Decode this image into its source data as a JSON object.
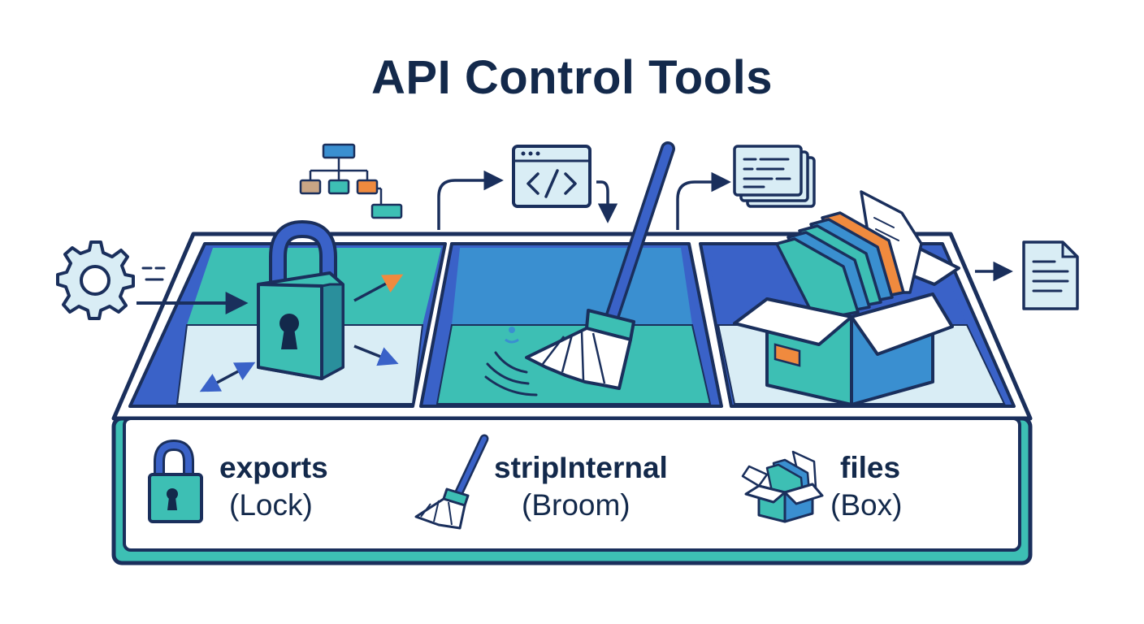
{
  "title": "API Control Tools",
  "tools": [
    {
      "name": "exports",
      "icon_label": "(Lock)",
      "icon": "lock-icon"
    },
    {
      "name": "stripInternal",
      "icon_label": "(Broom)",
      "icon": "broom-icon"
    },
    {
      "name": "files",
      "icon_label": "(Box)",
      "icon": "box-icon"
    }
  ],
  "colors": {
    "navy": "#1a2f5c",
    "blue": "#3a62c8",
    "teal": "#3dbfb4",
    "light": "#d9edf5",
    "orange": "#f08a3e",
    "tan": "#c9a585"
  },
  "icons": [
    "gear-icon",
    "tree-diagram-icon",
    "code-window-icon",
    "documents-icon",
    "page-icon"
  ]
}
